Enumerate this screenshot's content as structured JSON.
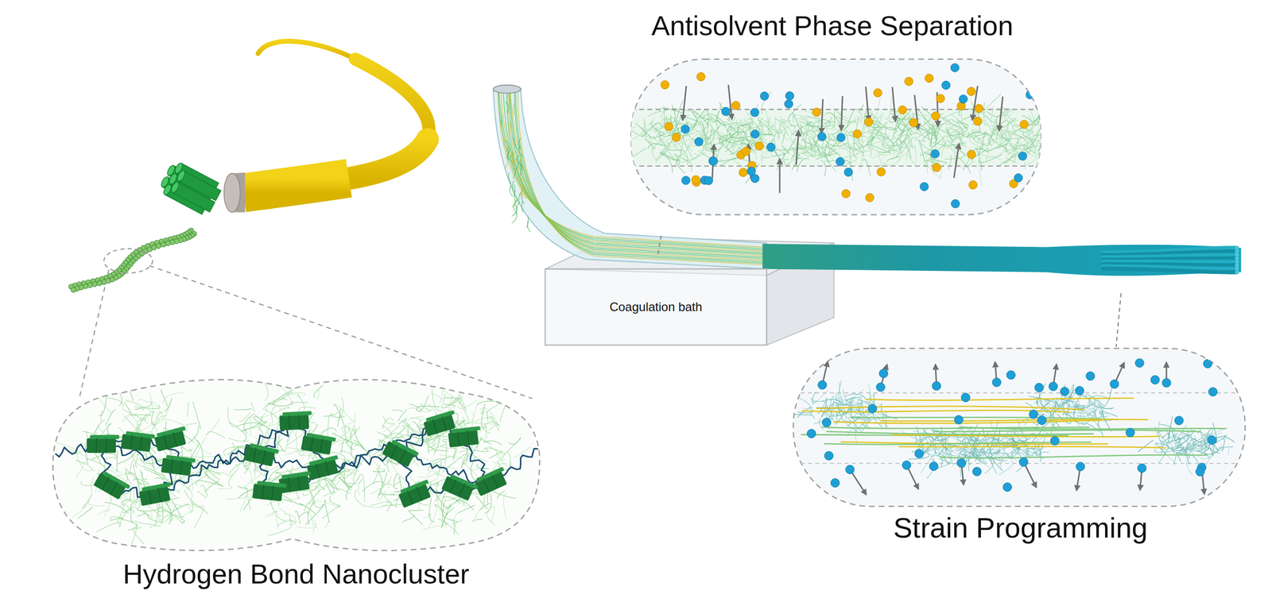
{
  "diagram": {
    "nodes": [
      {
        "text": [
          "Antisolvent Phase Separation"
        ]
      },
      {
        "text": [
          "Coagulation bath"
        ]
      },
      {
        "text": [
          "Strain Programming"
        ]
      },
      {
        "text": [
          "Hydrogen Bond Nanocluster"
        ]
      }
    ]
  }
}
